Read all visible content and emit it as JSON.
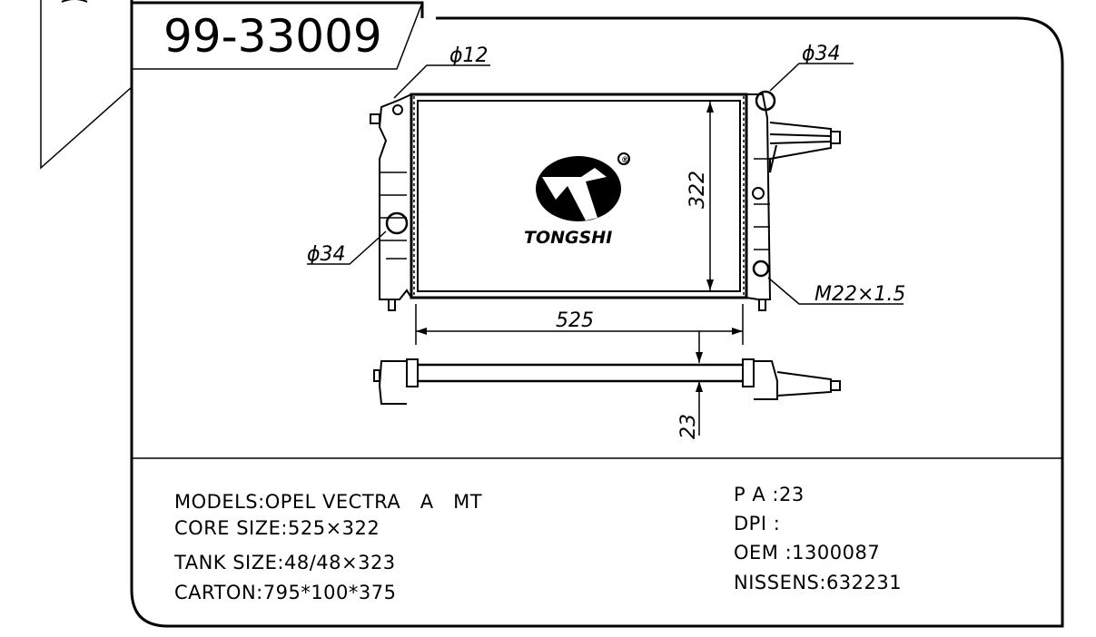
{
  "part_number": "99-33009",
  "brand": {
    "name": "TONGSHI",
    "registered_mark": "®"
  },
  "dimensions": {
    "inlet_top_left": "ϕ12",
    "inlet_top_right": "ϕ34",
    "outlet_left": "ϕ34",
    "drain_thread": "M22×1.5",
    "core_width": "525",
    "core_height": "322",
    "core_thickness": "23"
  },
  "specs_left": [
    "MODELS:OPEL VECTRA   A   MT",
    "CORE SIZE:525×322",
    "TANK SIZE:48/48×323",
    "CARTON:795*100*375"
  ],
  "specs_right": [
    "P A :23",
    "DPI :",
    "OEM :1300087",
    "NISSENS:632231"
  ]
}
